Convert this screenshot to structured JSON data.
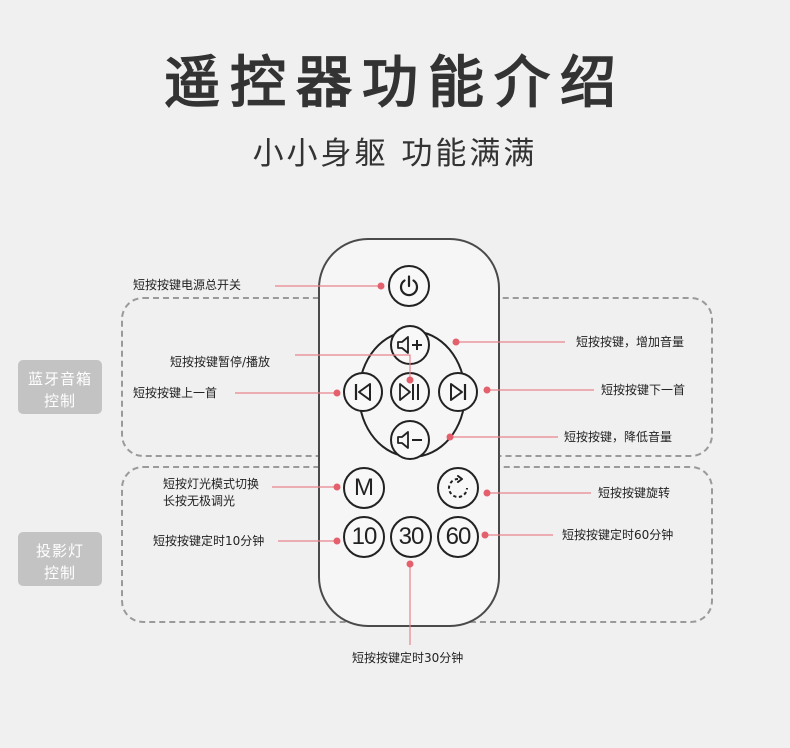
{
  "header": {
    "title": "遥控器功能介绍",
    "subtitle": "小小身躯 功能满满"
  },
  "groups": {
    "bluetooth": {
      "line1": "蓝牙音箱",
      "line2": "控制"
    },
    "projector": {
      "line1": "投影灯",
      "line2": "控制"
    }
  },
  "buttons": {
    "mode_label": "M",
    "timer_10": "10",
    "timer_30": "30",
    "timer_60": "60"
  },
  "labels": {
    "power": "短按按键电源总开关",
    "play_pause": "短按按键暂停/播放",
    "previous": "短按按键上一首",
    "volume_up": "短按按键，增加音量",
    "next": "短按按键下一首",
    "volume_down": "短按按键，降低音量",
    "light_mode_1": "短按灯光模式切换",
    "light_mode_2": "长按无极调光",
    "rotate": "短按按键旋转",
    "timer_10": "短按按键定时10分钟",
    "timer_60": "短按按键定时60分钟",
    "timer_30": "短按按键定时30分钟"
  },
  "colors": {
    "leader_line": "#e8848c",
    "leader_dot": "#e4606c"
  }
}
